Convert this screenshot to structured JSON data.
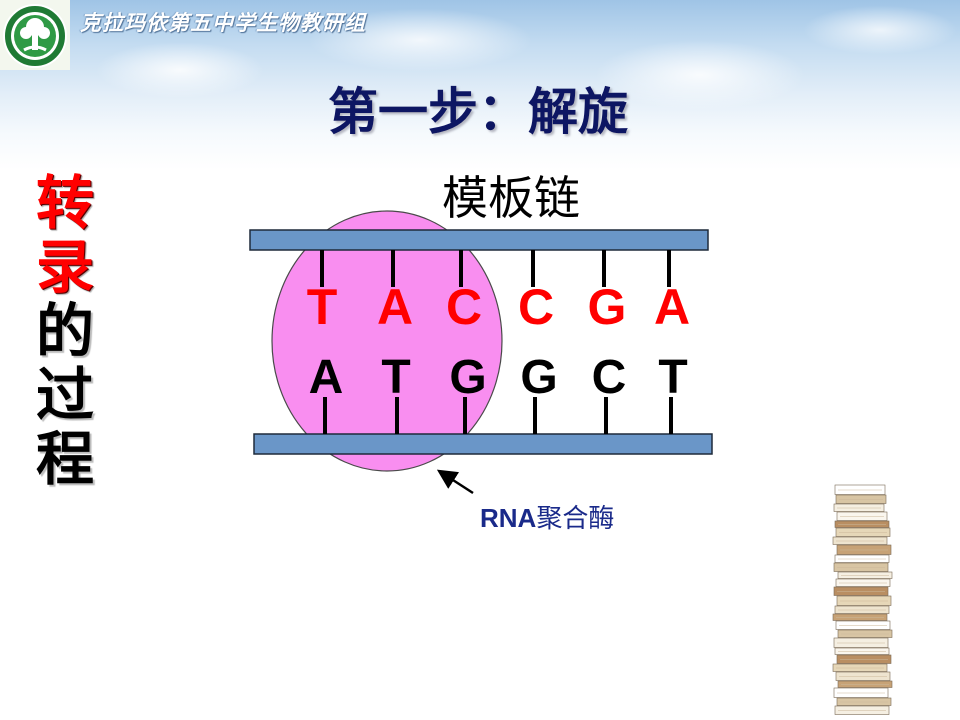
{
  "header": {
    "org_name": "克拉玛依第五中学生物教研组"
  },
  "title": "第一步：解旋",
  "side_title": {
    "red_part": "转录",
    "black_part": "的过程"
  },
  "diagram": {
    "template_strand_label": "模板链",
    "template_bases": [
      "T",
      "A",
      "C",
      "C",
      "G",
      "A"
    ],
    "complement_bases": [
      "A",
      "T",
      "G",
      "G",
      "C",
      "T"
    ],
    "enzyme_label_prefix": "RNA",
    "enzyme_label_suffix": "聚合酶",
    "colors": {
      "template_base": "#ff0000",
      "complement_base": "#000000",
      "enzyme": "#f98ef0",
      "strand": "#6a96c8",
      "label": "#1a2a8a",
      "title": "#0b1464"
    }
  }
}
